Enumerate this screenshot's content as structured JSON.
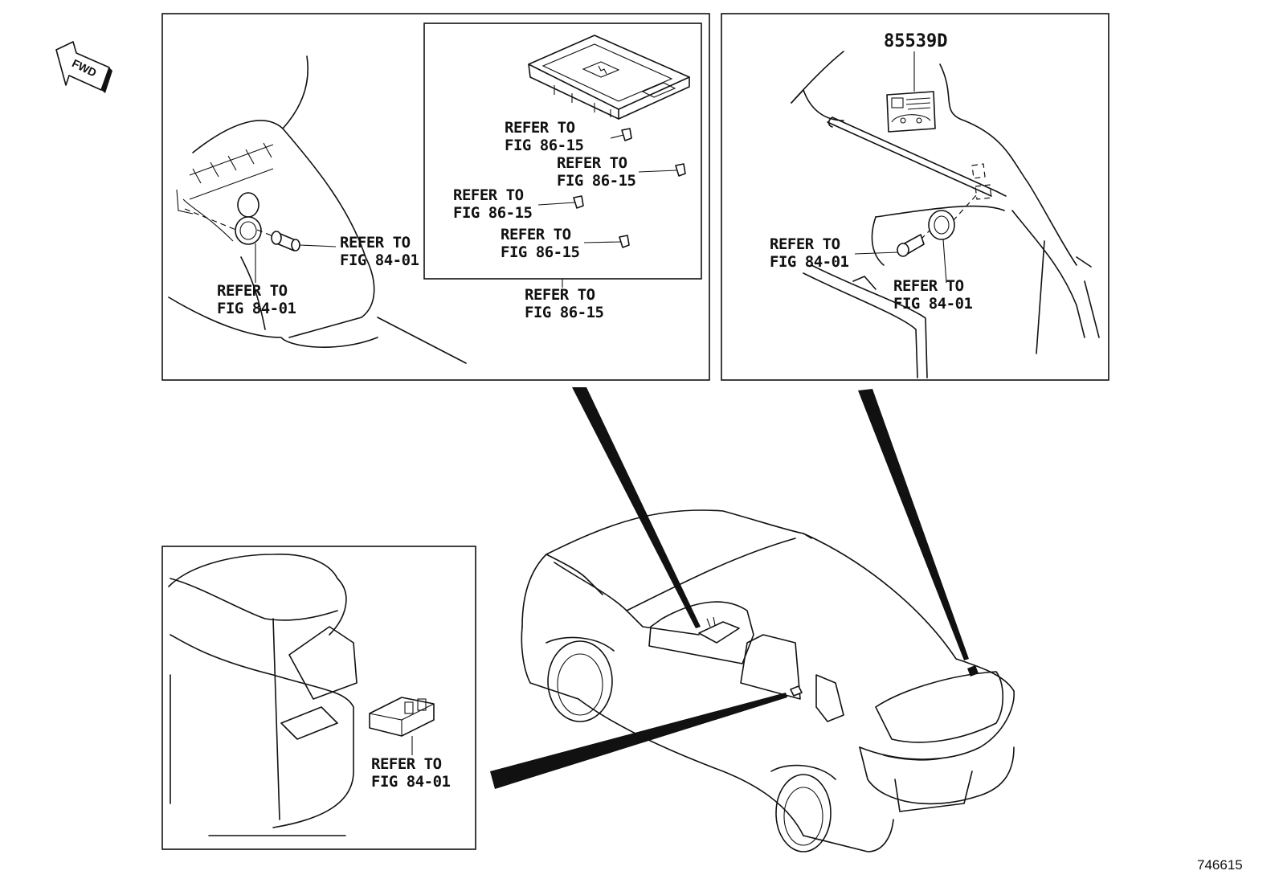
{
  "fwd_indicator": {
    "label": "FWD"
  },
  "panel_top_left": {
    "callouts": [
      {
        "line1": "REFER TO",
        "line2": "FIG 84-01"
      },
      {
        "line1": "REFER TO",
        "line2": "FIG 84-01"
      }
    ]
  },
  "panel_top_center": {
    "callouts": [
      {
        "line1": "REFER TO",
        "line2": "FIG 86-15"
      },
      {
        "line1": "REFER TO",
        "line2": "FIG 86-15"
      },
      {
        "line1": "REFER TO",
        "line2": "FIG 86-15"
      },
      {
        "line1": "REFER TO",
        "line2": "FIG 86-15"
      }
    ],
    "bottom_callout": {
      "line1": "REFER TO",
      "line2": "FIG 86-15"
    }
  },
  "panel_top_right": {
    "part_number": "85539D",
    "callouts": [
      {
        "line1": "REFER TO",
        "line2": "FIG 84-01"
      },
      {
        "line1": "REFER TO",
        "line2": "FIG 84-01"
      }
    ]
  },
  "panel_bottom_left": {
    "callouts": [
      {
        "line1": "REFER TO",
        "line2": "FIG 84-01"
      }
    ]
  },
  "illustration_number": "746615"
}
